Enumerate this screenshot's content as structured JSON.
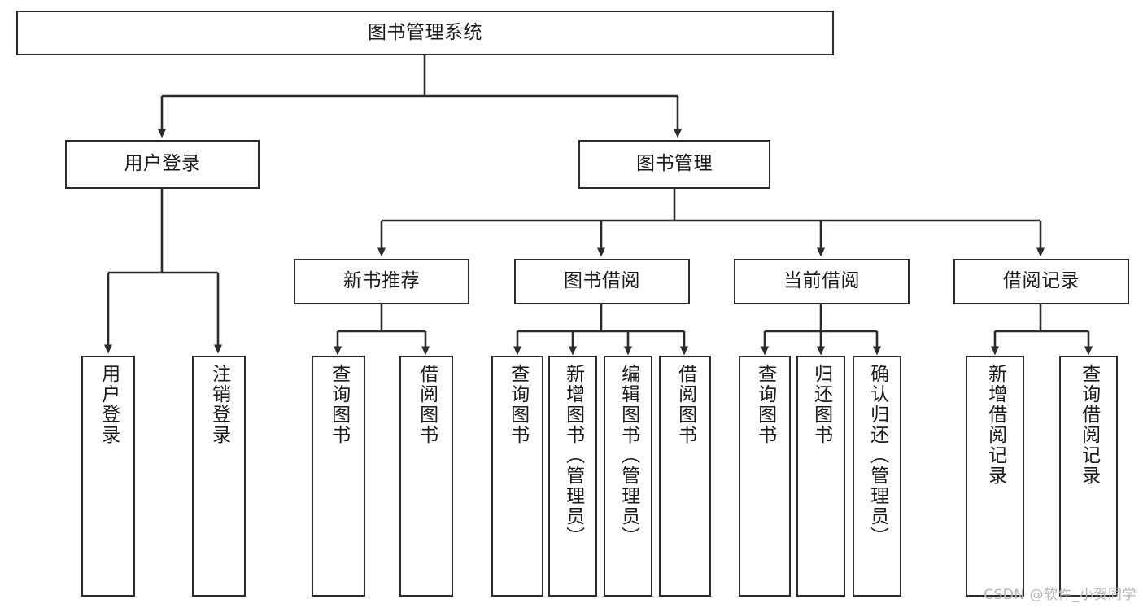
{
  "diagram": {
    "title": "图书管理系统",
    "watermark": "CSDN @软件_小贺同学",
    "stroke_color": "#2b2b2b",
    "background_color": "#ffffff",
    "text_color": "#1a1a1a",
    "watermark_color": "#b6b6b6",
    "root": {
      "label": "图书管理系统"
    },
    "level1": [
      {
        "label": "用户登录"
      },
      {
        "label": "图书管理"
      }
    ],
    "level2": [
      {
        "label": "新书推荐"
      },
      {
        "label": "图书借阅"
      },
      {
        "label": "当前借阅"
      },
      {
        "label": "借阅记录"
      }
    ],
    "leaves": {
      "user_login": [
        {
          "label": "用户登录"
        },
        {
          "label": "注销登录"
        }
      ],
      "new_book_recommend": [
        {
          "label": "查询图书"
        },
        {
          "label": "借阅图书"
        }
      ],
      "book_borrow": [
        {
          "label": "查询图书"
        },
        {
          "label": "新增图书（管理员）"
        },
        {
          "label": "编辑图书（管理员）"
        },
        {
          "label": "借阅图书"
        }
      ],
      "current_borrow": [
        {
          "label": "查询图书"
        },
        {
          "label": "归还图书"
        },
        {
          "label": "确认归还（管理员）"
        }
      ],
      "borrow_record": [
        {
          "label": "新增借阅记录"
        },
        {
          "label": "查询借阅记录"
        }
      ]
    }
  }
}
